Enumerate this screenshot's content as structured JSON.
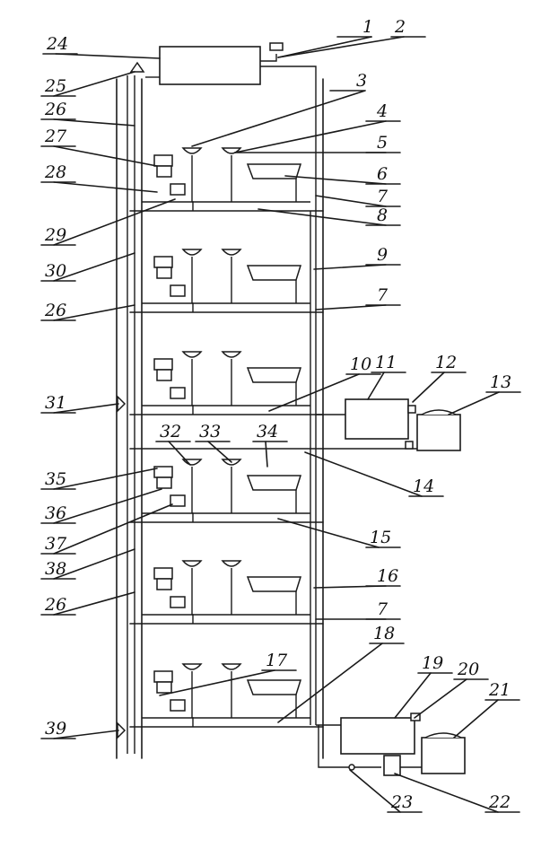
{
  "labels": {
    "n1": "1",
    "n2": "2",
    "n3": "3",
    "n4": "4",
    "n5": "5",
    "n6": "6",
    "n7": "7",
    "n8": "8",
    "n9": "9",
    "n10": "10",
    "n11": "11",
    "n12": "12",
    "n13": "13",
    "n14": "14",
    "n15": "15",
    "n16": "16",
    "n17": "17",
    "n18": "18",
    "n19": "19",
    "n20": "20",
    "n21": "21",
    "n22": "22",
    "n23": "23",
    "n24": "24",
    "n25": "25",
    "n26": "26",
    "n27": "27",
    "n28": "28",
    "n29": "29",
    "n30": "30",
    "n31": "31",
    "n32": "32",
    "n33": "33",
    "n34": "34",
    "n35": "35",
    "n36": "36",
    "n37": "37",
    "n38": "38",
    "n39": "39"
  },
  "colors": {
    "ink": "#1a1a1a",
    "paper": "#ffffff"
  }
}
